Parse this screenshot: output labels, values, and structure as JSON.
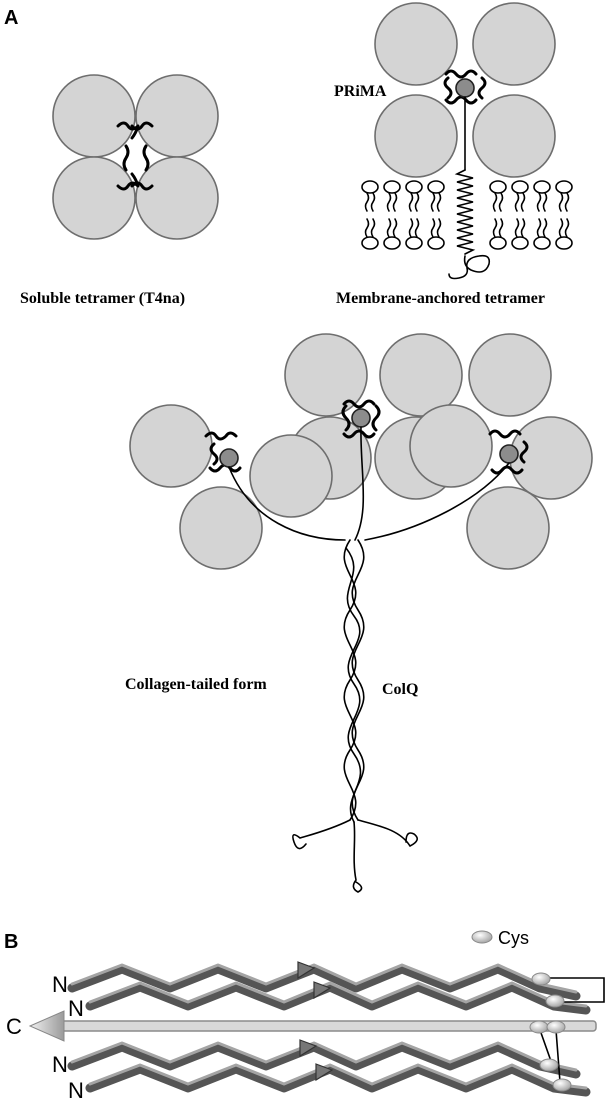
{
  "panel_a": {
    "letter": "A",
    "label_prima": "PRiMA",
    "caption_soluble": "Soluble tetramer (T4na)",
    "caption_membrane": "Membrane-anchored tetramer",
    "caption_collagen": "Collagen-tailed form",
    "label_colq": "ColQ"
  },
  "panel_b": {
    "letter": "B",
    "legend_cys": "Cys",
    "termini": [
      "N",
      "N",
      "C",
      "N",
      "N"
    ]
  },
  "colors": {
    "subunit_fill": "#d4d4d4",
    "subunit_stroke": "#6e6e6e",
    "core_fill": "#8c8c8c",
    "helix": "#555555",
    "cys_bead": "#cfcfcf"
  }
}
